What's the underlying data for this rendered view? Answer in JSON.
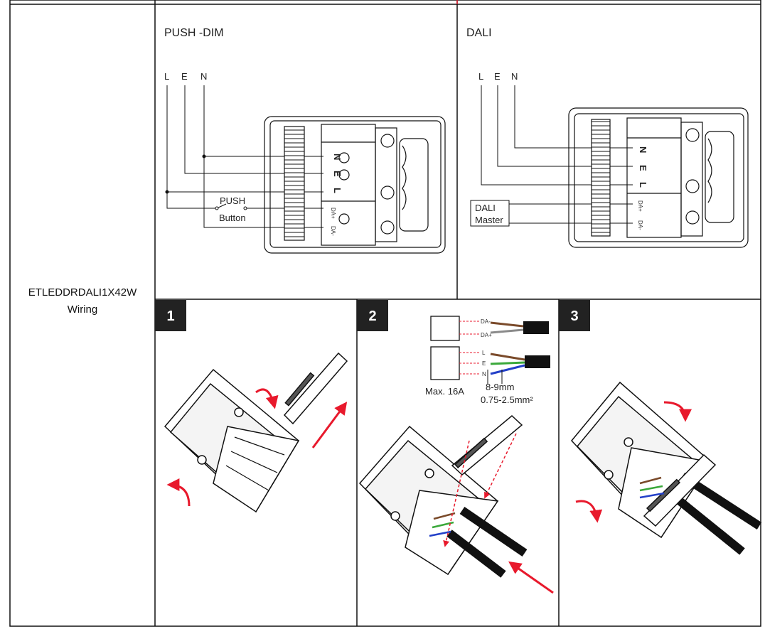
{
  "table": {
    "row_label_line1": "ETLEDDRDALI1X42W",
    "row_label_line2": "Wiring"
  },
  "push_dim": {
    "title": "PUSH -DIM",
    "line_labels": [
      "L",
      "E",
      "N"
    ],
    "terminal_labels": [
      "N",
      "E",
      "L",
      "DA+",
      "DA-"
    ],
    "push_label": "PUSH",
    "button_label": "Button"
  },
  "dali": {
    "title": "DALI",
    "line_labels": [
      "L",
      "E",
      "N"
    ],
    "terminal_labels": [
      "N",
      "E",
      "L",
      "DA+",
      "DA-"
    ],
    "master_line1": "DALI",
    "master_line2": "Master"
  },
  "steps": [
    {
      "number": "1"
    },
    {
      "number": "2"
    },
    {
      "number": "3"
    }
  ],
  "step2": {
    "wire_labels_top": [
      "DA-",
      "DA+"
    ],
    "wire_labels_bottom": [
      "L",
      "E",
      "N"
    ],
    "max_current": "Max. 16A",
    "strip_length": "8-9mm",
    "wire_section": "0.75-2.5mm²"
  },
  "colors": {
    "arrow": "#e8192c",
    "line": "#111111",
    "wire_brown": "#7a4a2a",
    "wire_green": "#3aa83a",
    "wire_blue": "#2340c8",
    "wire_grey": "#8a8a8a"
  }
}
